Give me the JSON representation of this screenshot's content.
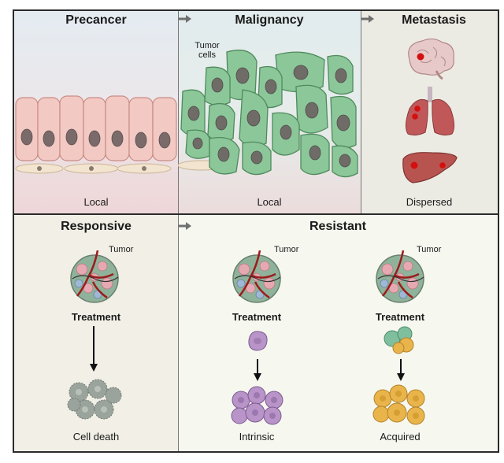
{
  "top": {
    "precancer": {
      "title": "Precancer",
      "footer": "Local"
    },
    "malignancy": {
      "title": "Malignancy",
      "footer": "Local",
      "annotation": "Tumor\ncells"
    },
    "metastasis": {
      "title": "Metastasis",
      "footer": "Dispersed"
    }
  },
  "bottom": {
    "responsive": {
      "title": "Responsive",
      "tumor_label": "Tumor",
      "treatment": "Treatment",
      "outcome": "Cell death"
    },
    "resistant": {
      "title": "Resistant",
      "intrinsic": {
        "tumor_label": "Tumor",
        "treatment": "Treatment",
        "outcome": "Intrinsic"
      },
      "acquired": {
        "tumor_label": "Tumor",
        "treatment": "Treatment",
        "outcome": "Acquired"
      }
    }
  },
  "colors": {
    "frame": "#2b2b2b",
    "precancer_bg": "#e9ecef",
    "malignancy_bg": "#e4ecea",
    "metastasis_bg": "#ecebe3",
    "responsive_bg": "#f1efe6",
    "resistant_bg": "#f6f8f0",
    "epithelial_cell": "#f3c9c3",
    "tumor_cell": "#8cc79a",
    "organ": "#c0585a",
    "dead_cell": "#9aa39c",
    "intrinsic_cell": "#b894c8",
    "acquired_cell": "#e9b54b",
    "arrow_gray": "#6f6f6f"
  },
  "icons": [
    "brain-icon",
    "lungs-icon",
    "liver-icon",
    "tumor-mass-icon",
    "arrow-right-icon",
    "arrow-down-icon"
  ]
}
